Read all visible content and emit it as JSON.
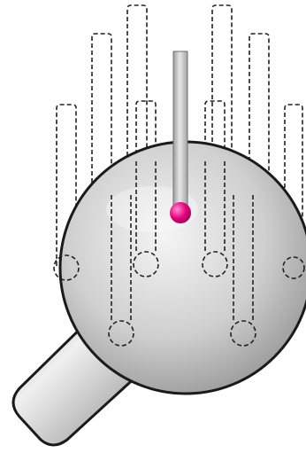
{
  "diagram": {
    "elements": [
      "spherical-head",
      "mounting-shank",
      "central-stylus",
      "stylus-ruby-tip",
      "alternative-stylus-positions"
    ],
    "colors": {
      "sphere_light": "#f4f4f4",
      "sphere_mid": "#cfcfcf",
      "sphere_dark": "#8f8f8f",
      "shank_light": "#f0f0f0",
      "shank_dark": "#8c8c8c",
      "stylus": "#bdbdbd",
      "tip": "#e4007c",
      "outline": "#1a1a1a",
      "dashed": "#222222"
    }
  }
}
